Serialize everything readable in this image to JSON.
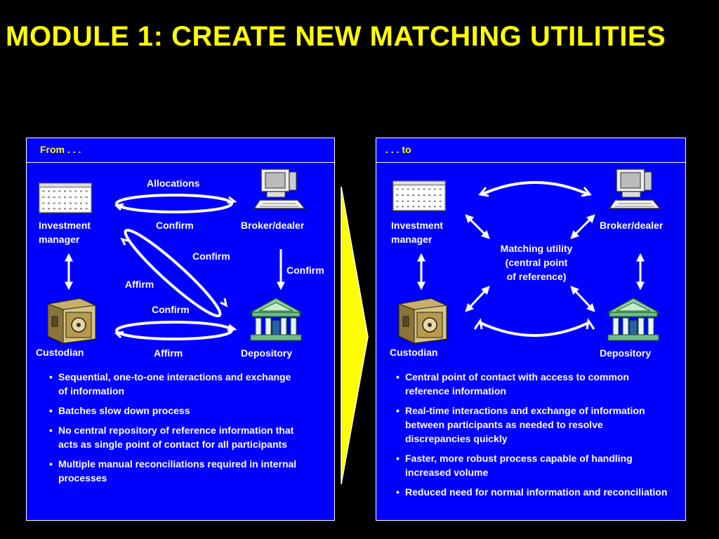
{
  "title": "MODULE 1: CREATE NEW MATCHING UTILITIES",
  "from_panel": {
    "header": "From . . .",
    "nodes": {
      "investment_manager": "Investment\nmanager",
      "broker_dealer": "Broker/dealer",
      "custodian": "Custodian",
      "depository": "Depository"
    },
    "flows": {
      "allocations": "Allocations",
      "confirm_top": "Confirm",
      "confirm_diag": "Confirm",
      "affirm_diag": "Affirm",
      "confirm_right": "Confirm",
      "confirm_bottom": "Confirm",
      "affirm_bottom": "Affirm"
    },
    "bullets": [
      "Sequential, one-to-one interactions and exchange of information",
      "Batches slow down process",
      "No central repository of reference information that acts as single point of contact for all participants",
      "Multiple manual reconciliations required in internal processes"
    ]
  },
  "to_panel": {
    "header": ". . . to",
    "nodes": {
      "investment_manager": "Investment\nmanager",
      "broker_dealer": "Broker/dealer",
      "custodian": "Custodian",
      "depository": "Depository",
      "matching_utility": "Matching utility\n(central point\nof reference)"
    },
    "bullets": [
      "Central point of contact with access to common reference information",
      "Real-time interactions and exchange of information between participants as needed to resolve discrepancies quickly",
      "Faster, more robust process capable of handling increased volume",
      "Reduced need for normal information and reconciliation"
    ]
  },
  "colors": {
    "background": "#000000",
    "panel": "#0000ff",
    "title": "#ffff00",
    "header": "#ffff00",
    "arrow": "#ffffff",
    "transition_arrow": "#ffff00"
  },
  "icons": [
    "office-building-icon",
    "computer-terminal-icon",
    "safe-vault-icon",
    "bank-building-icon"
  ]
}
